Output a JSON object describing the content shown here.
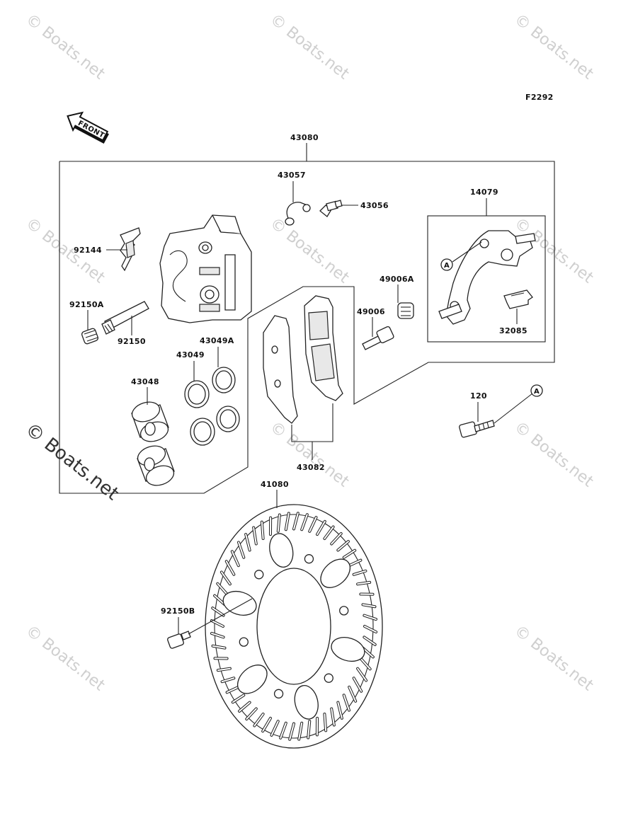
{
  "figure_code": "F2292",
  "direction_arrow": "FRONT",
  "watermark": "© Boats.net",
  "parts": {
    "assembly": "43080",
    "bleeder_cap": "43057",
    "bleeder_valve": "43056",
    "bracket": "14079",
    "ref_a_bracket": "A",
    "boot_a": "49006A",
    "pin": "49006",
    "spring": "32085",
    "bolt": "120",
    "ref_a_bolt": "A",
    "pad_spring": "92144",
    "cap": "92150A",
    "pin_bolt": "92150",
    "seal_a": "43049A",
    "seal": "43049",
    "piston": "43048",
    "pad_set": "43082",
    "disc": "41080",
    "disc_bolt": "92150B"
  }
}
